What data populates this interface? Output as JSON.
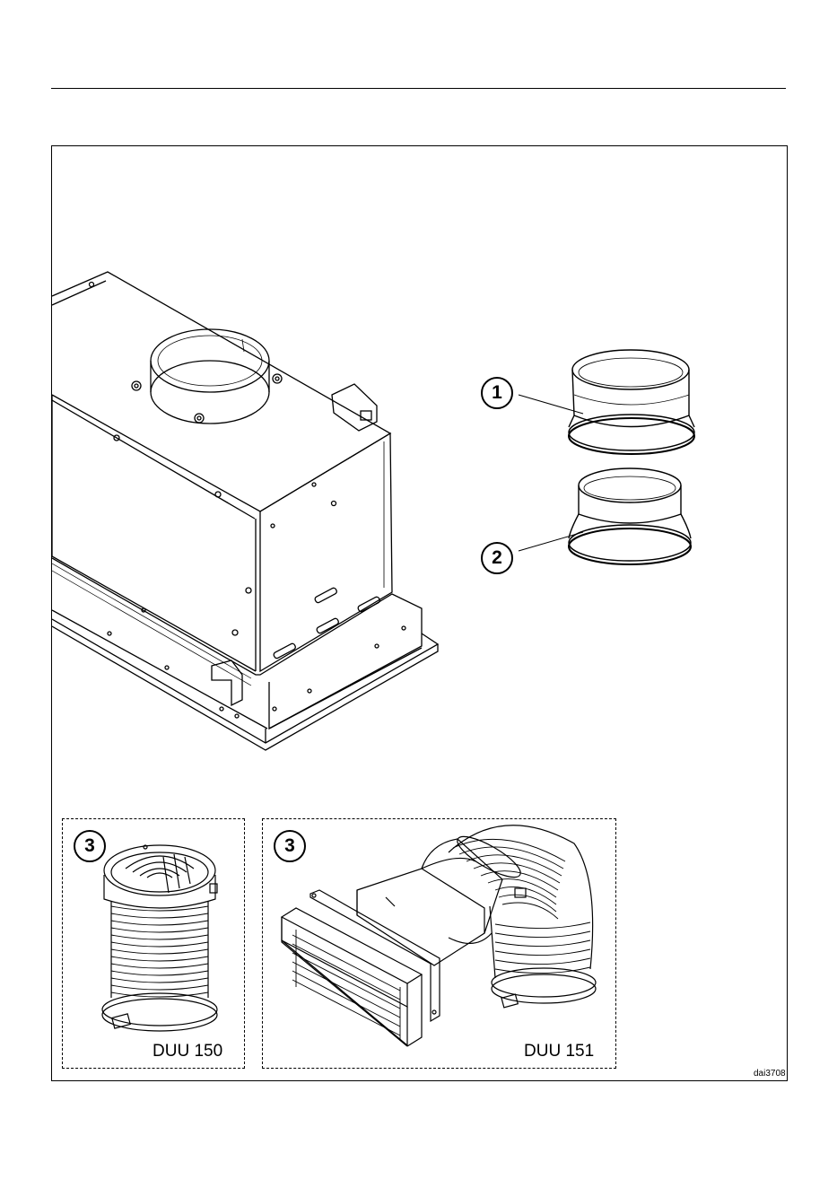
{
  "callouts": {
    "c1": "1",
    "c2": "2",
    "c3a": "3",
    "c3b": "3"
  },
  "labels": {
    "duu150": "DUU 150",
    "duu151": "DUU 151"
  },
  "figure_ref": "dai3708"
}
